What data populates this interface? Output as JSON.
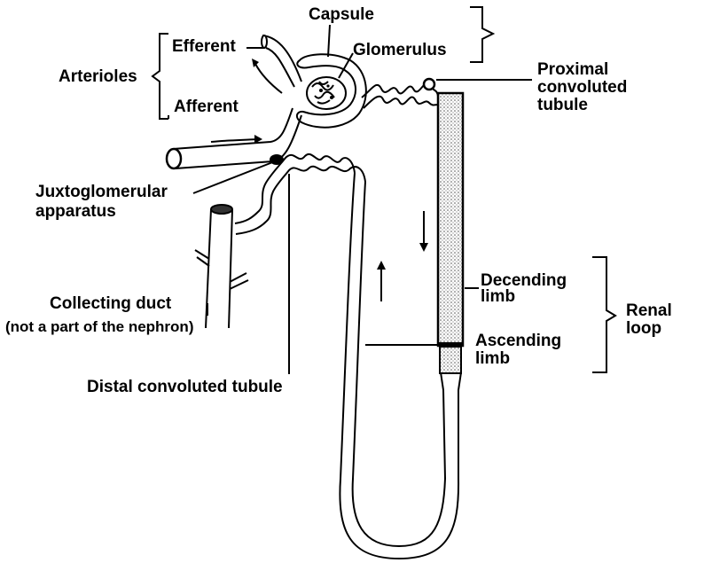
{
  "labels": {
    "capsule": "Capsule",
    "glomerulus": "Glomerulus",
    "efferent": "Efferent",
    "arterioles": "Arterioles",
    "afferent": "Afferent",
    "proximal_line1": "Proximal",
    "proximal_line2": "convoluted",
    "proximal_line3": "tubule",
    "juxta_line1": "Juxtoglomerular",
    "juxta_line2": "apparatus",
    "decending_line1": "Decending",
    "decending_line2": "limb",
    "ascending_line1": "Ascending",
    "ascending_line2": "limb",
    "renal_line1": "Renal",
    "renal_line2": "loop",
    "collecting_duct": "Collecting duct",
    "not_part": "(not a part of the nephron)",
    "distal": "Distal convoluted tubule"
  }
}
